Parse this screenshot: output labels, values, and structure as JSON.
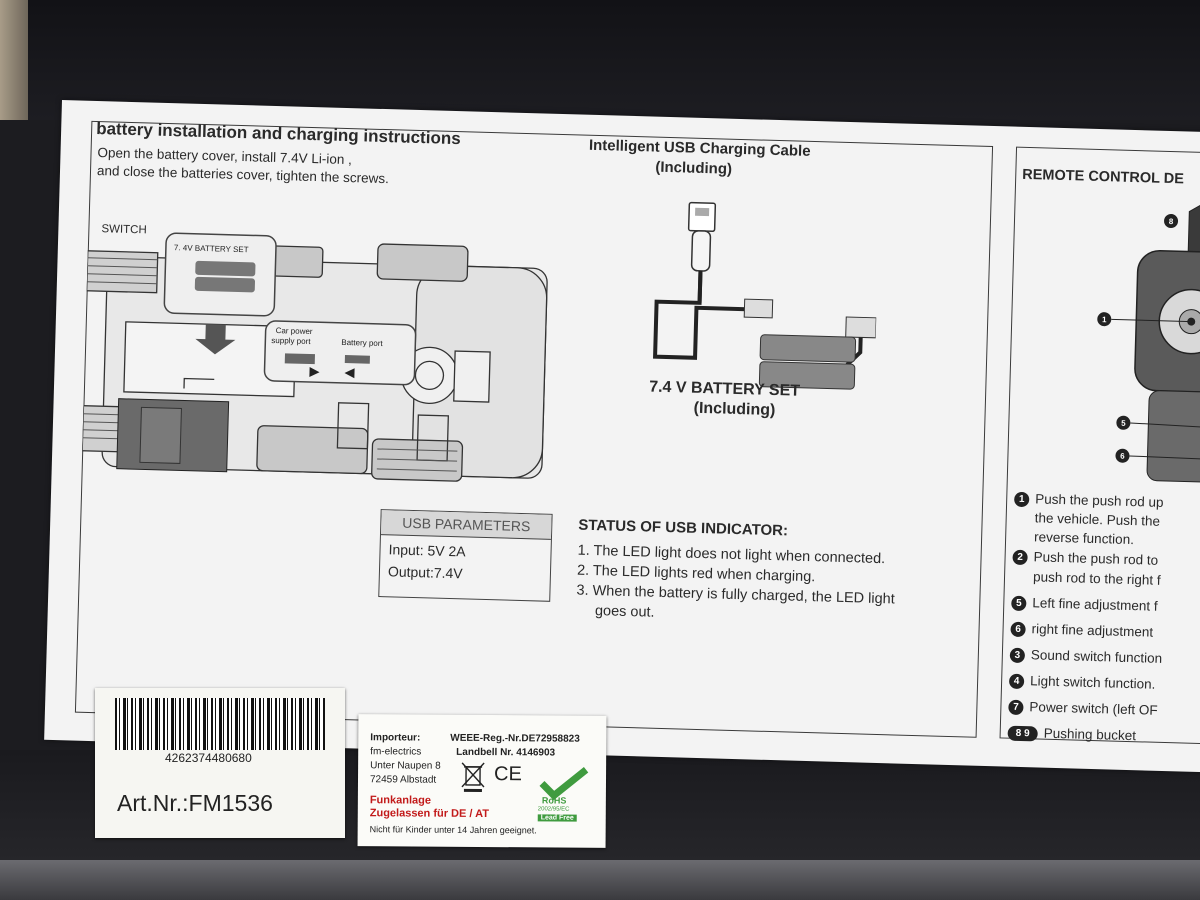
{
  "instructions": {
    "title": "battery installation and charging instructions",
    "install_line1": "Open the  battery cover, install 7.4V Li-ion ,",
    "install_line2": "and close the batteries cover, tighten the screws.",
    "switch_label": "SWITCH",
    "battery_set_label": "7. 4V BATTERY SET",
    "car_power_port_line1": "Car power",
    "car_power_port_line2": "supply port",
    "battery_port_label": "Battery port"
  },
  "charging_cable": {
    "title_line1": "Intelligent USB Charging Cable",
    "title_line2": "(Including)",
    "battery_set_line1": "7.4 V BATTERY SET",
    "battery_set_line2": "(Including)"
  },
  "usb_parameters": {
    "title": "USB PARAMETERS",
    "input": "Input: 5V  2A",
    "output": "Output:7.4V"
  },
  "status": {
    "title": "STATUS OF USB INDICATOR:",
    "items": [
      "1. The LED light does not light when connected.",
      "2. The LED lights red when charging.",
      "3. When the battery is fully charged, the LED light",
      "goes out."
    ]
  },
  "remote": {
    "title": "REMOTE CONTROL DE",
    "callouts": [
      "8",
      "1",
      "5",
      "6"
    ],
    "list": [
      {
        "num": "1",
        "text": "Push the push rod up"
      },
      {
        "num": "",
        "text": "the vehicle. Push the"
      },
      {
        "num": "",
        "text": "reverse function."
      },
      {
        "num": "2",
        "text": "Push the push rod to"
      },
      {
        "num": "",
        "text": "push rod to the right f"
      },
      {
        "num": "5",
        "text": "Left fine adjustment f"
      },
      {
        "num": "6",
        "text": "right fine adjustment"
      },
      {
        "num": "3",
        "text": "Sound switch function"
      },
      {
        "num": "4",
        "text": "Light switch function."
      },
      {
        "num": "7",
        "text": "Power switch (left OF"
      },
      {
        "num": "8 9",
        "text": "Pushing bucket"
      }
    ]
  },
  "barcode_sticker": {
    "digits": "4262374480680",
    "art_nr": "Art.Nr.:FM1536"
  },
  "importer_sticker": {
    "importer_label": "Importeur:",
    "company": "fm-electrics",
    "street": "Unter Naupen 8",
    "city": "72459 Albstadt",
    "weee": "WEEE-Reg.-Nr.DE72958823",
    "landbell": "Landbell Nr. 4146903",
    "ce": "CE",
    "funk_line1": "Funkanlage",
    "funk_line2": "Zugelassen für DE / AT",
    "rohs": "RoHS",
    "rohs_sub": "2002/95/EC",
    "lead_free": "Lead Free",
    "warning": "Nicht für Kinder unter 14 Jahren geeignet."
  },
  "colors": {
    "background": "#1c1c20",
    "sheet": "#f3f3f3",
    "ink": "#2a2a2a",
    "red_text": "#c21a1a",
    "rohs_green": "#3f9b3f"
  }
}
